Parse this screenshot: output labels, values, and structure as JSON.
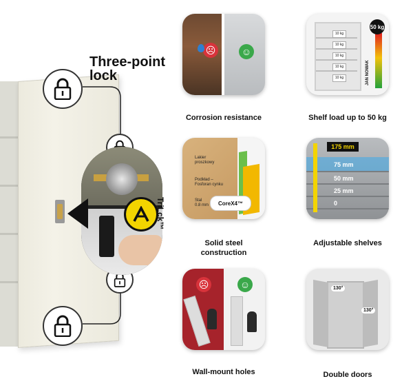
{
  "lock": {
    "heading_line1": "Three-point",
    "heading_line2": "lock",
    "trilck_label": "TriLck™"
  },
  "features": [
    {
      "caption": "Corrosion resistance"
    },
    {
      "caption": "Shelf load up to 50 kg"
    },
    {
      "caption_line1": "Solid steel",
      "caption_line2": "construction"
    },
    {
      "caption": "Adjustable shelves"
    },
    {
      "caption": "Wall-mount holes"
    },
    {
      "caption": "Double doors"
    }
  ],
  "shelf_load": {
    "badge": "50 kg",
    "name": "JAN NOWAK",
    "boxes": [
      "10 kg",
      "10 kg",
      "10 kg",
      "10 kg",
      "10 kg"
    ]
  },
  "steel": {
    "labels": [
      "Lakier proszkowy",
      "Podkład – Fosforan cynku",
      "Stal 0.8 mm"
    ],
    "corex": "CoreX4™"
  },
  "adjustable": {
    "top": "175 mm",
    "marks": [
      "75 mm",
      "50 mm",
      "25 mm",
      "0"
    ]
  },
  "doors": {
    "angle_left": "130°",
    "angle_right": "130°"
  },
  "colors": {
    "accent_yellow": "#f3d400",
    "sad_red": "#d8333b",
    "happy_green": "#3aa84a"
  }
}
